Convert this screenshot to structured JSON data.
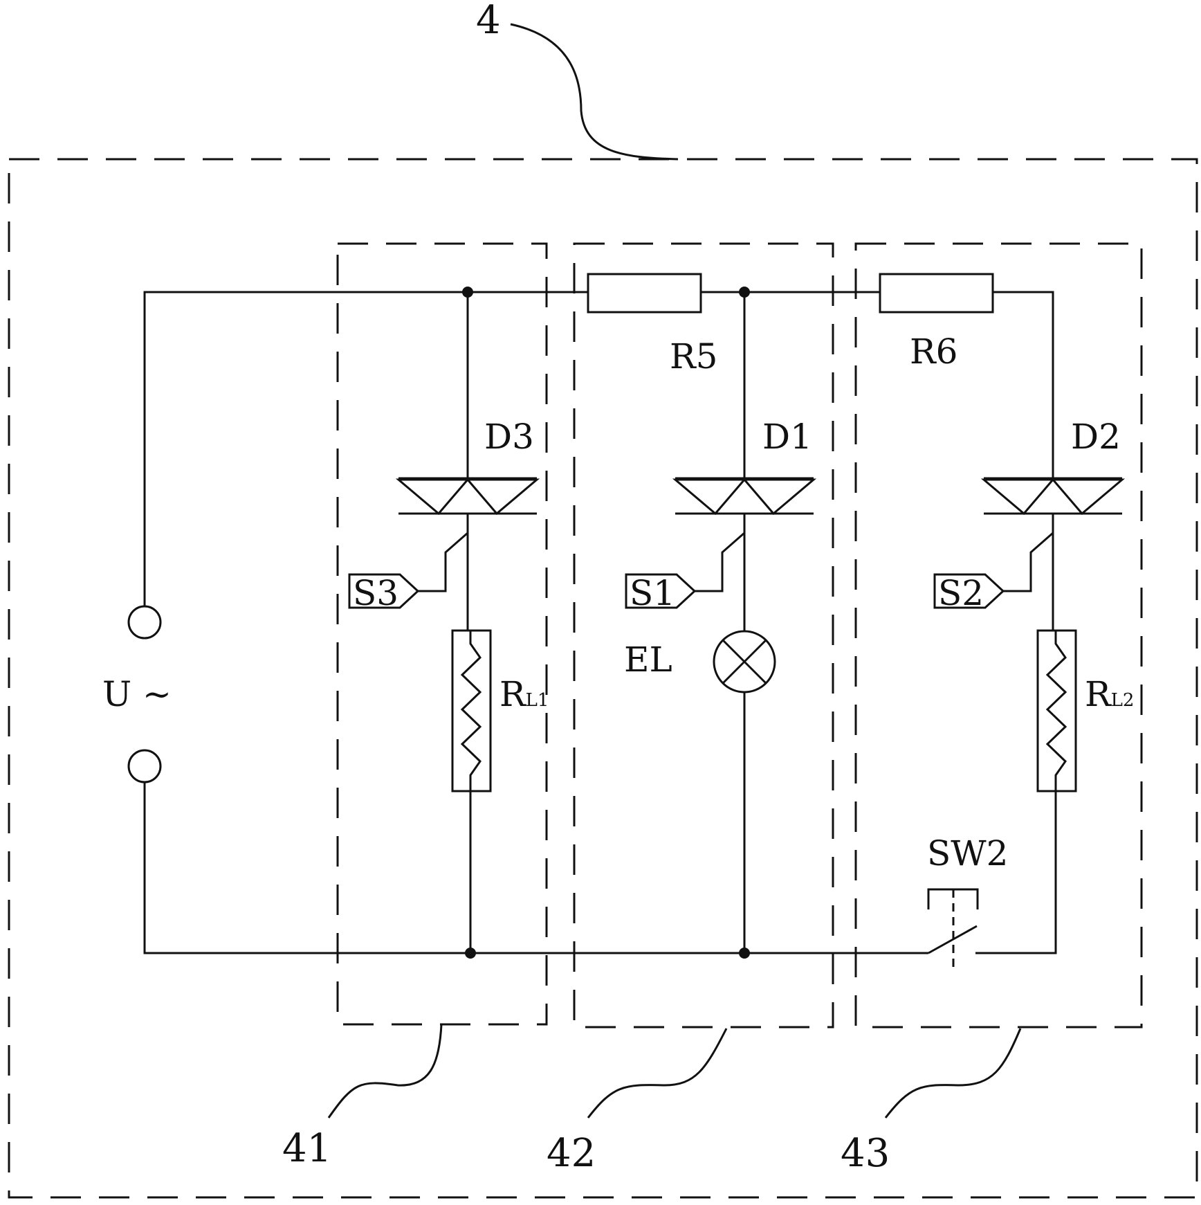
{
  "diagram": {
    "ref_main": "4",
    "ref_left": "41",
    "ref_mid": "42",
    "ref_right": "43",
    "source_label": "U ~",
    "r5": "R5",
    "r6": "R6",
    "d1": "D1",
    "d2": "D2",
    "d3": "D3",
    "s1": "S1",
    "s2": "S2",
    "s3": "S3",
    "el": "EL",
    "rl1_main": "R",
    "rl1_sub": "L1",
    "rl2_main": "R",
    "rl2_sub": "L2",
    "sw2": "SW2"
  }
}
